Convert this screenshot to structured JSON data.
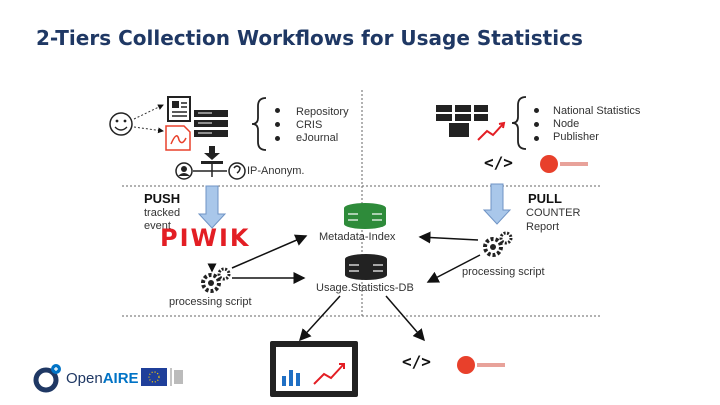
{
  "title": "2-Tiers Collection Workflows for Usage Statistics",
  "sources": {
    "left": [
      "Repository",
      "CRIS",
      "eJournal"
    ],
    "right": [
      "National Statistics",
      "Node",
      "Publisher"
    ]
  },
  "anon_label": "IP-Anonym.",
  "push": {
    "header": "PUSH",
    "label_line1": "tracked",
    "label_line2": "event",
    "tool": "PIWIK",
    "script": "processing script"
  },
  "pull": {
    "header": "PULL",
    "label_line1": "COUNTER",
    "label_line2": "Report",
    "script": "processing script"
  },
  "databases": {
    "metadata": "Metadata-Index",
    "usage": "Usage.Statistics-DB"
  },
  "code_tag": "</>",
  "logo": {
    "brand_prefix": "Open",
    "brand_suffix": "AIRE"
  },
  "colors": {
    "title": "#1f3864",
    "accent": "#e31e24",
    "db_green": "#2e8b3a",
    "arrow": "#111111",
    "push_pull_arrow": "#8fb4e3"
  },
  "icons": [
    "user-icon",
    "document-icon",
    "pdf-icon",
    "server-icon",
    "gear-icon",
    "database-icon",
    "chart-icon",
    "monitor-icon",
    "eu-flag-icon",
    "openaire-logo-icon"
  ]
}
